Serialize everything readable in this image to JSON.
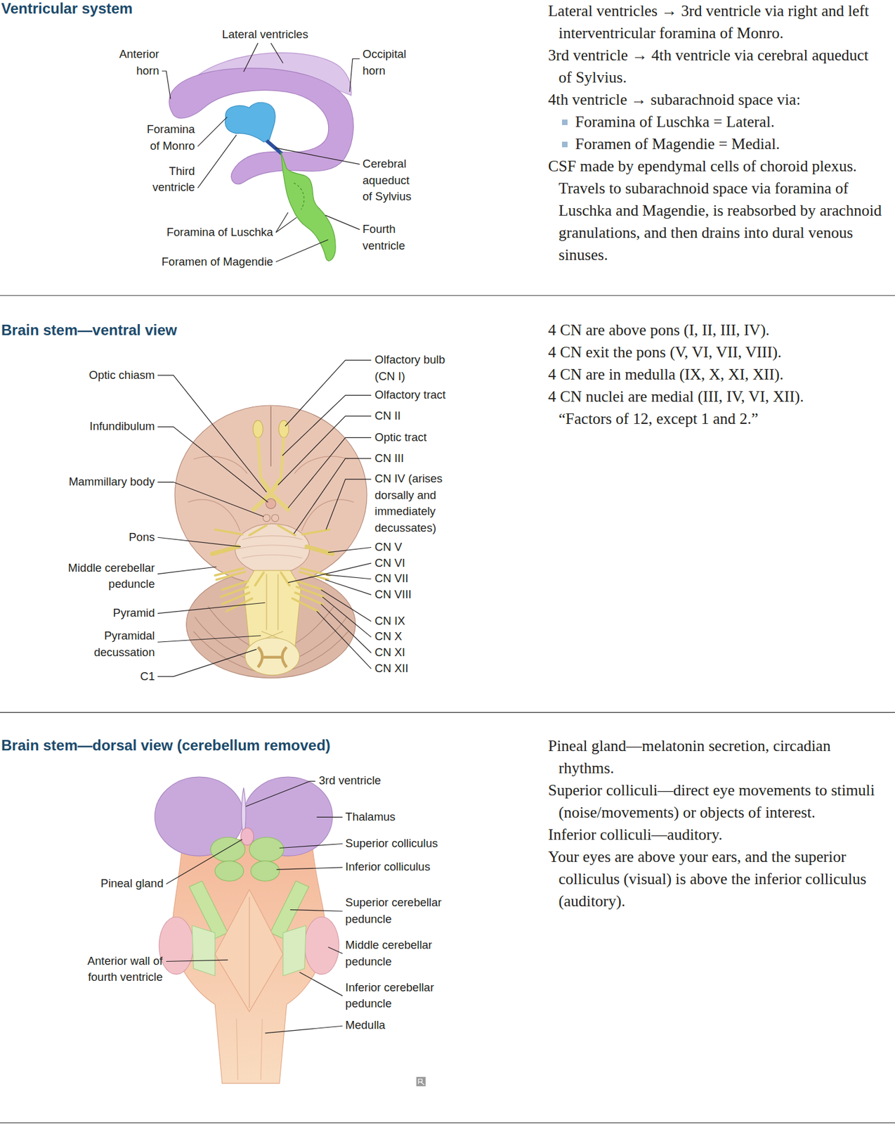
{
  "diagram": {
    "labels": [
      "Ventricular system",
      "Lateral ventricles",
      "Anterior horn",
      "Occipital horn",
      "Foramina of Monro",
      "Third ventricle",
      "Cerebral aqueduct of Sylvius",
      "Foramina of Luschka",
      "Fourth ventricle",
      "Foramen of Magendie",
      "Lateral ventricles → 3rd ventricle via right and left interventricular foramina of Monro.",
      "3rd ventricle → 4th ventricle via cerebral aqueduct of Sylvius.",
      "4th ventricle → subarachnoid space via:",
      "Foramina of Luschka = Lateral.",
      "Foramen of Magendie = Medial.",
      "CSF made by ependymal cells of choroid plexus. Travels to subarachnoid space via foramina of Luschka and Magendie, is reabsorbed by arachnoid granulations, and then drains into dural venous sinuses.",
      "Brain stem—ventral view",
      "Optic chiasm",
      "Infundibulum",
      "Mammillary body",
      "Pons",
      "Middle cerebellar peduncle",
      "Pyramid",
      "Pyramidal decussation",
      "C1",
      "Olfactory bulb (CN I)",
      "Olfactory tract",
      "CN II",
      "Optic tract",
      "CN III",
      "CN IV (arises dorsally and immediately decussates)",
      "CN V",
      "CN VI",
      "CN VII",
      "CN VIII",
      "CN IX",
      "CN X",
      "CN XI",
      "CN XII",
      "4 CN are above pons (I, II, III, IV).",
      "4 CN exit the pons (V, VI, VII, VIII).",
      "4 CN are in medulla (IX, X, XI, XII).",
      "4 CN nuclei are medial (III, IV, VI, XII).",
      "“Factors of 12, except 1 and 2.”",
      "Brain stem—dorsal view (cerebellum removed)",
      "3rd ventricle",
      "Thalamus",
      "Superior colliculus",
      "Inferior colliculus",
      "Pineal gland",
      "Superior cerebellar peduncle",
      "Middle cerebellar peduncle",
      "Anterior wall of fourth ventricle",
      "Inferior cerebellar peduncle",
      "Medulla",
      "Pineal gland—melatonin secretion, circadian rhythms.",
      "Superior colliculi—direct eye movements to stimuli (noise/movements) or objects of interest.",
      "Inferior colliculi—auditory.",
      "Your eyes are above your ears, and the superior colliculus (visual) is above the inferior colliculus (auditory)."
    ]
  }
}
